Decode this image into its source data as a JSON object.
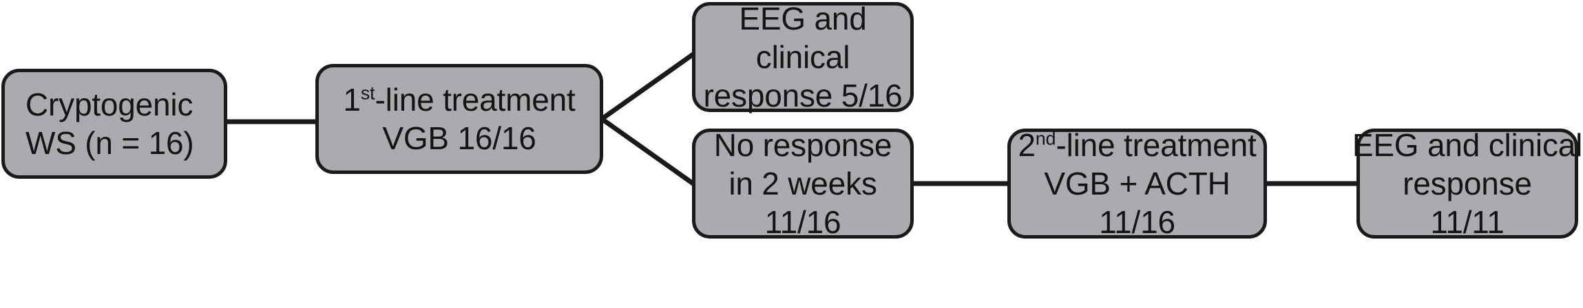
{
  "diagram": {
    "title": "Treatment flowchart for cryptogenic West syndrome",
    "type": "flowchart",
    "orientation": "left-to-right",
    "style": {
      "node_fill": "#aaabaf",
      "node_border": "#1a1a1a",
      "edge_color": "#1a1a1a",
      "background": "#ffffff",
      "text_color": "#141414"
    },
    "nodes": [
      {
        "id": "cryptogenic",
        "align": "left",
        "lines": [
          "Cryptogenic",
          "WS (n = 16)"
        ]
      },
      {
        "id": "first-line",
        "align": "center",
        "lines_html": [
          "1<sup>st</sup>-line treatment",
          "VGB 16/16"
        ],
        "line1_prefix": "1",
        "line1_sup": "st",
        "line1_suffix": "-line treatment",
        "line2": "VGB 16/16"
      },
      {
        "id": "eeg-top",
        "align": "center",
        "lines": [
          "EEG and",
          "clinical",
          "response 5/16"
        ]
      },
      {
        "id": "no-response",
        "align": "center",
        "lines": [
          "No response",
          "in 2 weeks",
          "11/16"
        ]
      },
      {
        "id": "second-line",
        "align": "center",
        "line1_prefix": "2",
        "line1_sup": "nd",
        "line1_suffix": "-line treatment",
        "line2": "VGB + ACTH",
        "line3": "11/16"
      },
      {
        "id": "eeg-final",
        "align": "center",
        "lines": [
          "EEG and clinical",
          "response",
          "11/11"
        ]
      }
    ],
    "edges": [
      {
        "id": "cryptogenic-to-first-line",
        "from": "cryptogenic",
        "to": "first-line",
        "shape": "straight"
      },
      {
        "id": "first-line-to-eeg-top",
        "from": "first-line",
        "to": "eeg-top",
        "shape": "diagonal-up"
      },
      {
        "id": "first-line-to-no-response",
        "from": "first-line",
        "to": "no-response",
        "shape": "diagonal-down"
      },
      {
        "id": "no-response-to-second-line",
        "from": "no-response",
        "to": "second-line",
        "shape": "straight"
      },
      {
        "id": "second-line-to-eeg-final",
        "from": "second-line",
        "to": "eeg-final",
        "shape": "straight"
      }
    ]
  }
}
